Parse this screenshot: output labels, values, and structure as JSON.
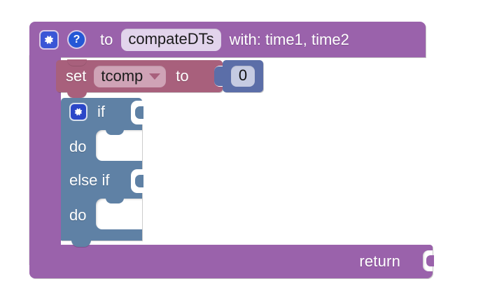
{
  "workspace": {
    "background_color": "#ffffff"
  },
  "procedure_block": {
    "color": "#9a62ab",
    "gear_icon": "gear-icon",
    "help_icon": "question-mark-icon",
    "to_label": "to",
    "name": "compateDTs",
    "with_label": "with: time1, time2",
    "return_label": "return"
  },
  "set_block": {
    "color": "#a8607c",
    "set_label": "set",
    "variable": "tcomp",
    "dropdown_icon": "chevron-down-icon",
    "to_label": "to"
  },
  "number_block": {
    "color": "#5b6ea8",
    "value": "0"
  },
  "if_block": {
    "color": "#5f81a5",
    "gear_icon": "gear-icon",
    "rows": [
      {
        "label": "if"
      },
      {
        "label": "do"
      },
      {
        "label": "else if"
      },
      {
        "label": "do"
      }
    ]
  }
}
